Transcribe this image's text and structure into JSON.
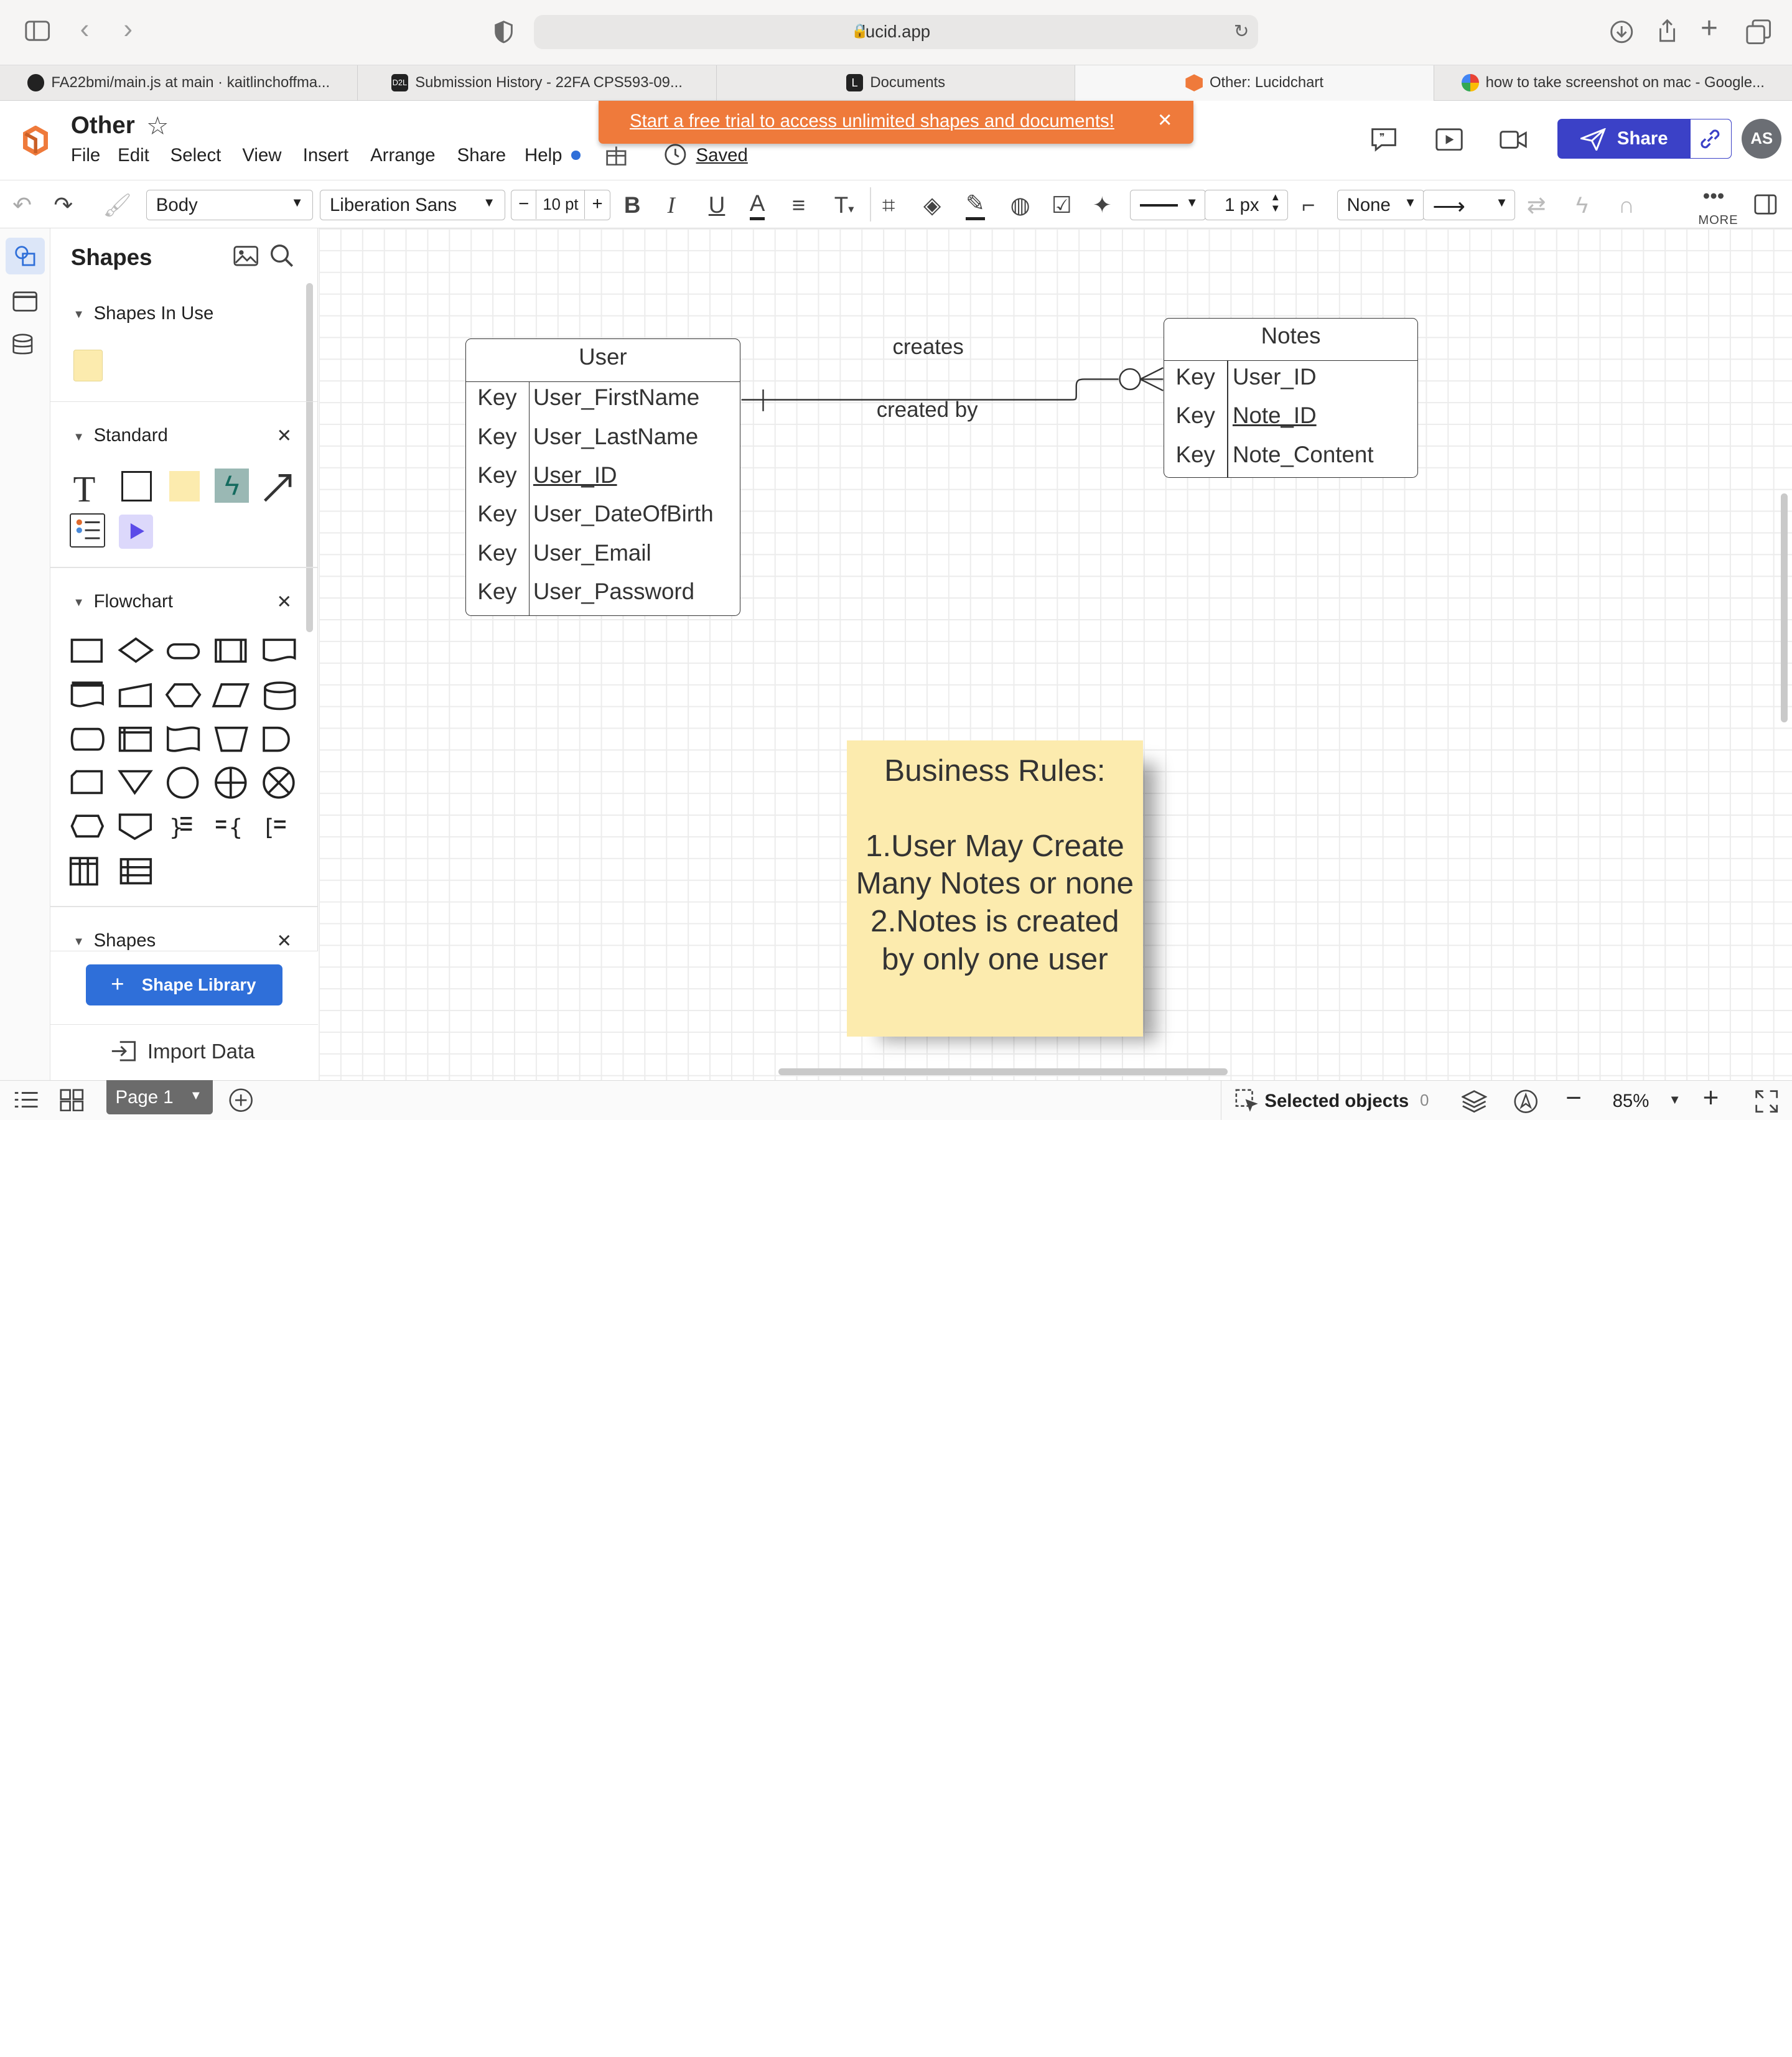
{
  "browser": {
    "url": "lucid.app",
    "tabs": [
      {
        "label": "FA22bmi/main.js at main · kaitlinchoffma..."
      },
      {
        "label": "Submission History - 22FA CPS593-09..."
      },
      {
        "label": "Documents"
      },
      {
        "label": "Other: Lucidchart"
      },
      {
        "label": "how to take screenshot on mac - Google..."
      }
    ],
    "favicon_d2l": "D2L",
    "favicon_lucid": "L"
  },
  "app": {
    "doc_title": "Other",
    "menu": [
      "File",
      "Edit",
      "Select",
      "View",
      "Insert",
      "Arrange",
      "Share",
      "Help"
    ],
    "saved_label": "Saved",
    "banner_text": "Start a free trial to access unlimited shapes and documents!",
    "share_label": "Share",
    "avatar_initials": "AS",
    "brand_color": "#ef7a3b",
    "share_color": "#3b41c7"
  },
  "toolbar": {
    "style_select": "Body",
    "font_select": "Liberation Sans",
    "font_size": "10 pt",
    "line_width": "1 px",
    "endpoint_select": "None",
    "more_label": "MORE"
  },
  "panel": {
    "title": "Shapes",
    "sections": {
      "in_use": "Shapes In Use",
      "standard": "Standard",
      "flowchart": "Flowchart",
      "shapes": "Shapes"
    },
    "shape_library_label": "Shape Library",
    "import_label": "Import Data"
  },
  "canvas": {
    "user_table": {
      "title": "User",
      "rows": [
        {
          "key": "Key",
          "field": "User_FirstName"
        },
        {
          "key": "Key",
          "field": "User_LastName"
        },
        {
          "key": "Key",
          "field": "User_ID"
        },
        {
          "key": "Key",
          "field": "User_DateOfBirth"
        },
        {
          "key": "Key",
          "field": "User_Email"
        },
        {
          "key": "Key",
          "field": "User_Password"
        }
      ]
    },
    "notes_table": {
      "title": "Notes",
      "rows": [
        {
          "key": "Key",
          "field": "User_ID"
        },
        {
          "key": "Key",
          "field": "Note_ID"
        },
        {
          "key": "Key",
          "field": "Note_Content"
        }
      ]
    },
    "relationship": {
      "label_top": "creates",
      "label_bottom": "created by"
    },
    "note": {
      "lines": [
        "Business Rules:",
        "",
        "1.User May Create",
        "Many Notes or none",
        "2.Notes is created",
        "by only one user"
      ]
    }
  },
  "status": {
    "page_label": "Page 1",
    "selected_label": "Selected objects",
    "selected_count": "0",
    "zoom": "85%"
  }
}
